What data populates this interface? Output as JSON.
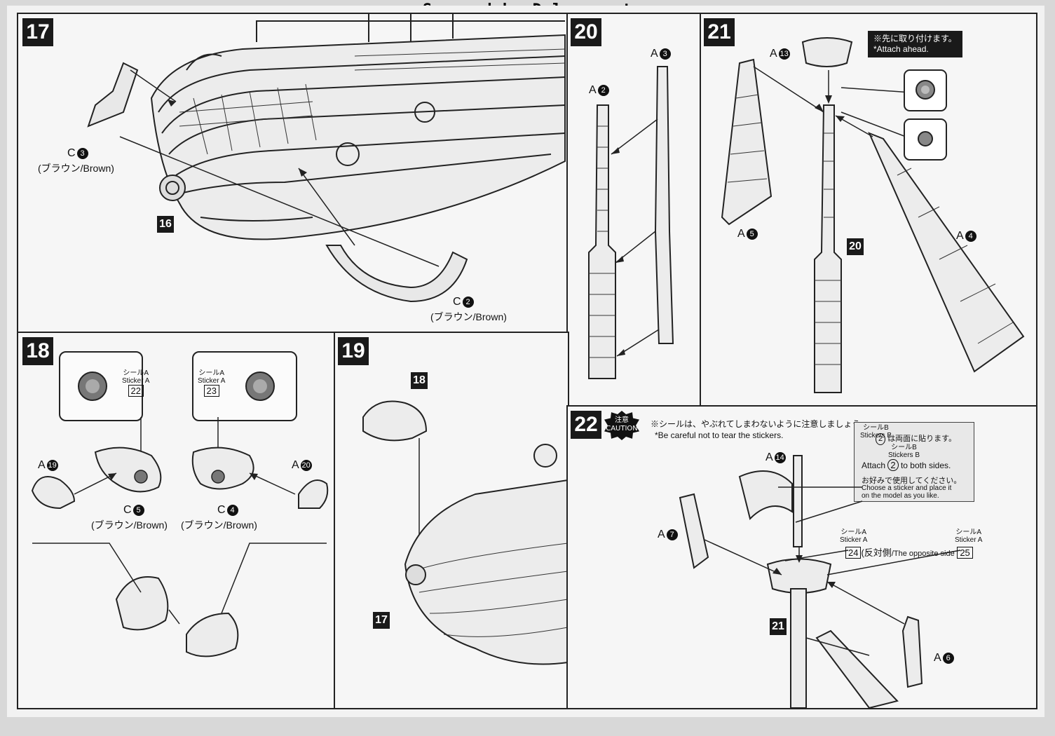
{
  "watermark": "Scanned by Dalong.net",
  "steps": {
    "s17": {
      "number": "17",
      "part_c3": "C",
      "part_c3_num": "3",
      "part_c3_color": "(ブラウン/Brown)",
      "part_c2": "C",
      "part_c2_num": "2",
      "part_c2_color": "(ブラウン/Brown)",
      "ref_tag": "16"
    },
    "s18": {
      "number": "18",
      "sticker_left_label_jp": "シールA",
      "sticker_left_label_en": "Sticker A",
      "sticker_left_num": "22",
      "sticker_right_label_jp": "シールA",
      "sticker_right_label_en": "Sticker A",
      "sticker_right_num": "23",
      "part_a19": "A",
      "part_a19_num": "19",
      "part_a20": "A",
      "part_a20_num": "20",
      "part_c5": "C",
      "part_c5_num": "5",
      "part_c5_color": "(ブラウン/Brown)",
      "part_c4": "C",
      "part_c4_num": "4",
      "part_c4_color": "(ブラウン/Brown)"
    },
    "s19": {
      "number": "19",
      "ref_tag_top": "18",
      "ref_tag_bottom": "17"
    },
    "s20": {
      "number": "20",
      "part_a2": "A",
      "part_a2_num": "2",
      "part_a3": "A",
      "part_a3_num": "3"
    },
    "s21": {
      "number": "21",
      "part_a13": "A",
      "part_a13_num": "13",
      "note_jp": "※先に取り付けます。",
      "note_en": "*Attach ahead.",
      "part_a5": "A",
      "part_a5_num": "5",
      "part_a4": "A",
      "part_a4_num": "4",
      "ref_tag": "20"
    },
    "s22": {
      "number": "22",
      "caution_jp": "注意",
      "caution_en": "CAUTION",
      "caution_text_jp": "※シールは、やぶれてしまわないように注意しましょう。",
      "caution_text_en": "*Be careful not to tear the stickers.",
      "info_label_jp": "シールB",
      "info_label_en": "Stickers B",
      "info_line1_jp": "は両面に貼ります。",
      "info_label2_jp": "シールB",
      "info_label2_en": "Stickers B",
      "info_line2_en_pre": "Attach",
      "info_line2_en_post": "to both sides.",
      "info_num": "2",
      "info_line3_jp": "お好みで使用してください。",
      "info_line4_en": "Choose a sticker and place it",
      "info_line5_en": "on the model as you like.",
      "part_a14": "A",
      "part_a14_num": "14",
      "part_a7": "A",
      "part_a7_num": "7",
      "part_a6": "A",
      "part_a6_num": "6",
      "sticker_a_left_jp": "シールA",
      "sticker_a_left_en": "Sticker A",
      "sticker_a_right_jp": "シールA",
      "sticker_a_right_en": "Sticker A",
      "sticker_num_24": "24",
      "opposite_jp": "(反対側",
      "opposite_en": "/The opposite side",
      "sticker_num_25": "25",
      "ref_tag": "21"
    }
  }
}
